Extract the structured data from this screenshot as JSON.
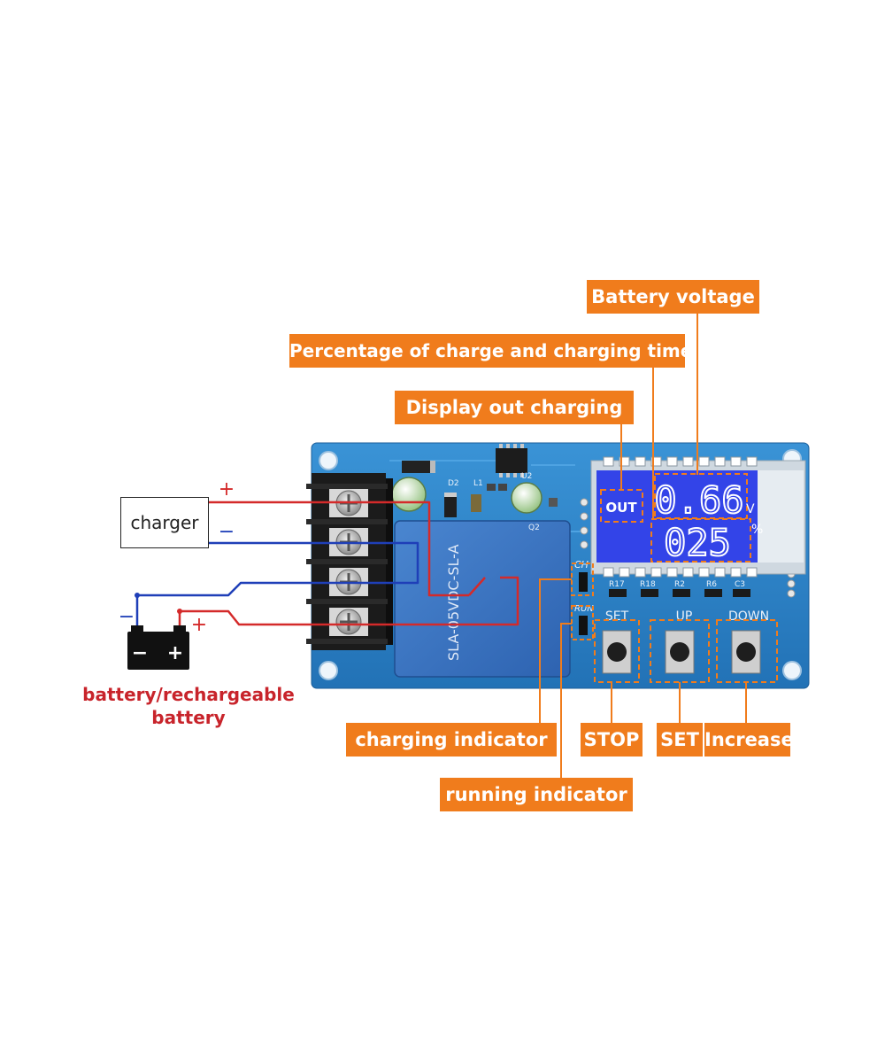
{
  "callouts": {
    "battery_voltage": "Battery voltage",
    "percentage_time": "Percentage of charge and charging time",
    "display_out": "Display out charging",
    "charging_indicator": "charging indicator",
    "running_indicator": "running indicator",
    "stop": "STOP",
    "set": "SET",
    "increase": "Increase"
  },
  "wiring": {
    "charger_label": "charger",
    "battery_caption_line1": "battery/rechargeable",
    "battery_caption_line2": "battery",
    "plus": "+",
    "minus": "−"
  },
  "display": {
    "out_label": "OUT",
    "voltage_value": "0.66",
    "voltage_unit": "V",
    "percent_value": "025",
    "percent_unit": "%"
  },
  "board": {
    "ch_label": "CH",
    "run_label": "RUN",
    "btn_set": "SET",
    "btn_up": "UP",
    "btn_down": "DOWN",
    "relay_text": "SLA-05VDC-SL-A",
    "comp_d2": "D2",
    "comp_l1": "L1",
    "comp_u2": "U2",
    "comp_q2": "Q2",
    "comp_r17": "R17",
    "comp_r18": "R18",
    "comp_r2": "R2",
    "comp_r6": "R6",
    "comp_c3": "C3"
  },
  "colors": {
    "callout_orange": "#f07c1c",
    "wire_red": "#d42a2a",
    "wire_blue": "#1f3fb8",
    "pcb_blue": "#2a7fc4",
    "lcd_blue": "#3344e8"
  }
}
